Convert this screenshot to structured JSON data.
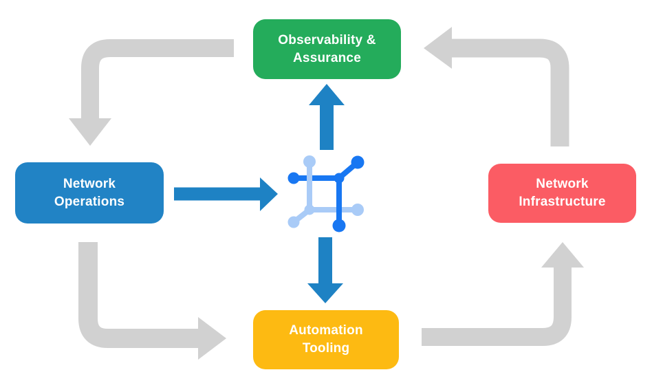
{
  "diagram": {
    "type": "cycle-flow-diagram",
    "nodes": {
      "observability": {
        "label": "Observability &\nAssurance",
        "color": "#24AC5B"
      },
      "operations": {
        "label": "Network\nOperations",
        "color": "#2183C5"
      },
      "infrastructure": {
        "label": "Network\nInfrastructure",
        "color": "#FB5C64"
      },
      "automation": {
        "label": "Automation\nTooling",
        "color": "#FDBA12"
      }
    },
    "center_icon": {
      "name": "network-automation-platform-icon"
    },
    "edges": [
      {
        "from": "observability",
        "to": "operations",
        "style": "gray-elbow-arrow"
      },
      {
        "from": "operations",
        "to": "automation",
        "style": "gray-elbow-arrow"
      },
      {
        "from": "automation",
        "to": "infrastructure",
        "style": "gray-elbow-arrow"
      },
      {
        "from": "infrastructure",
        "to": "observability",
        "style": "gray-elbow-arrow"
      },
      {
        "from": "operations",
        "to": "center-icon",
        "style": "blue-straight-arrow"
      },
      {
        "from": "center-icon",
        "to": "observability",
        "style": "blue-straight-arrow"
      },
      {
        "from": "center-icon",
        "to": "automation",
        "style": "blue-straight-arrow"
      }
    ]
  },
  "colors": {
    "background": "#FFFFFF",
    "arrow_gray": "#D1D1D1",
    "arrow_blue": "#1E82C4",
    "icon_dark_blue": "#1877F2",
    "icon_light_blue": "#A9CBF7",
    "text": "#FFFFFF"
  }
}
